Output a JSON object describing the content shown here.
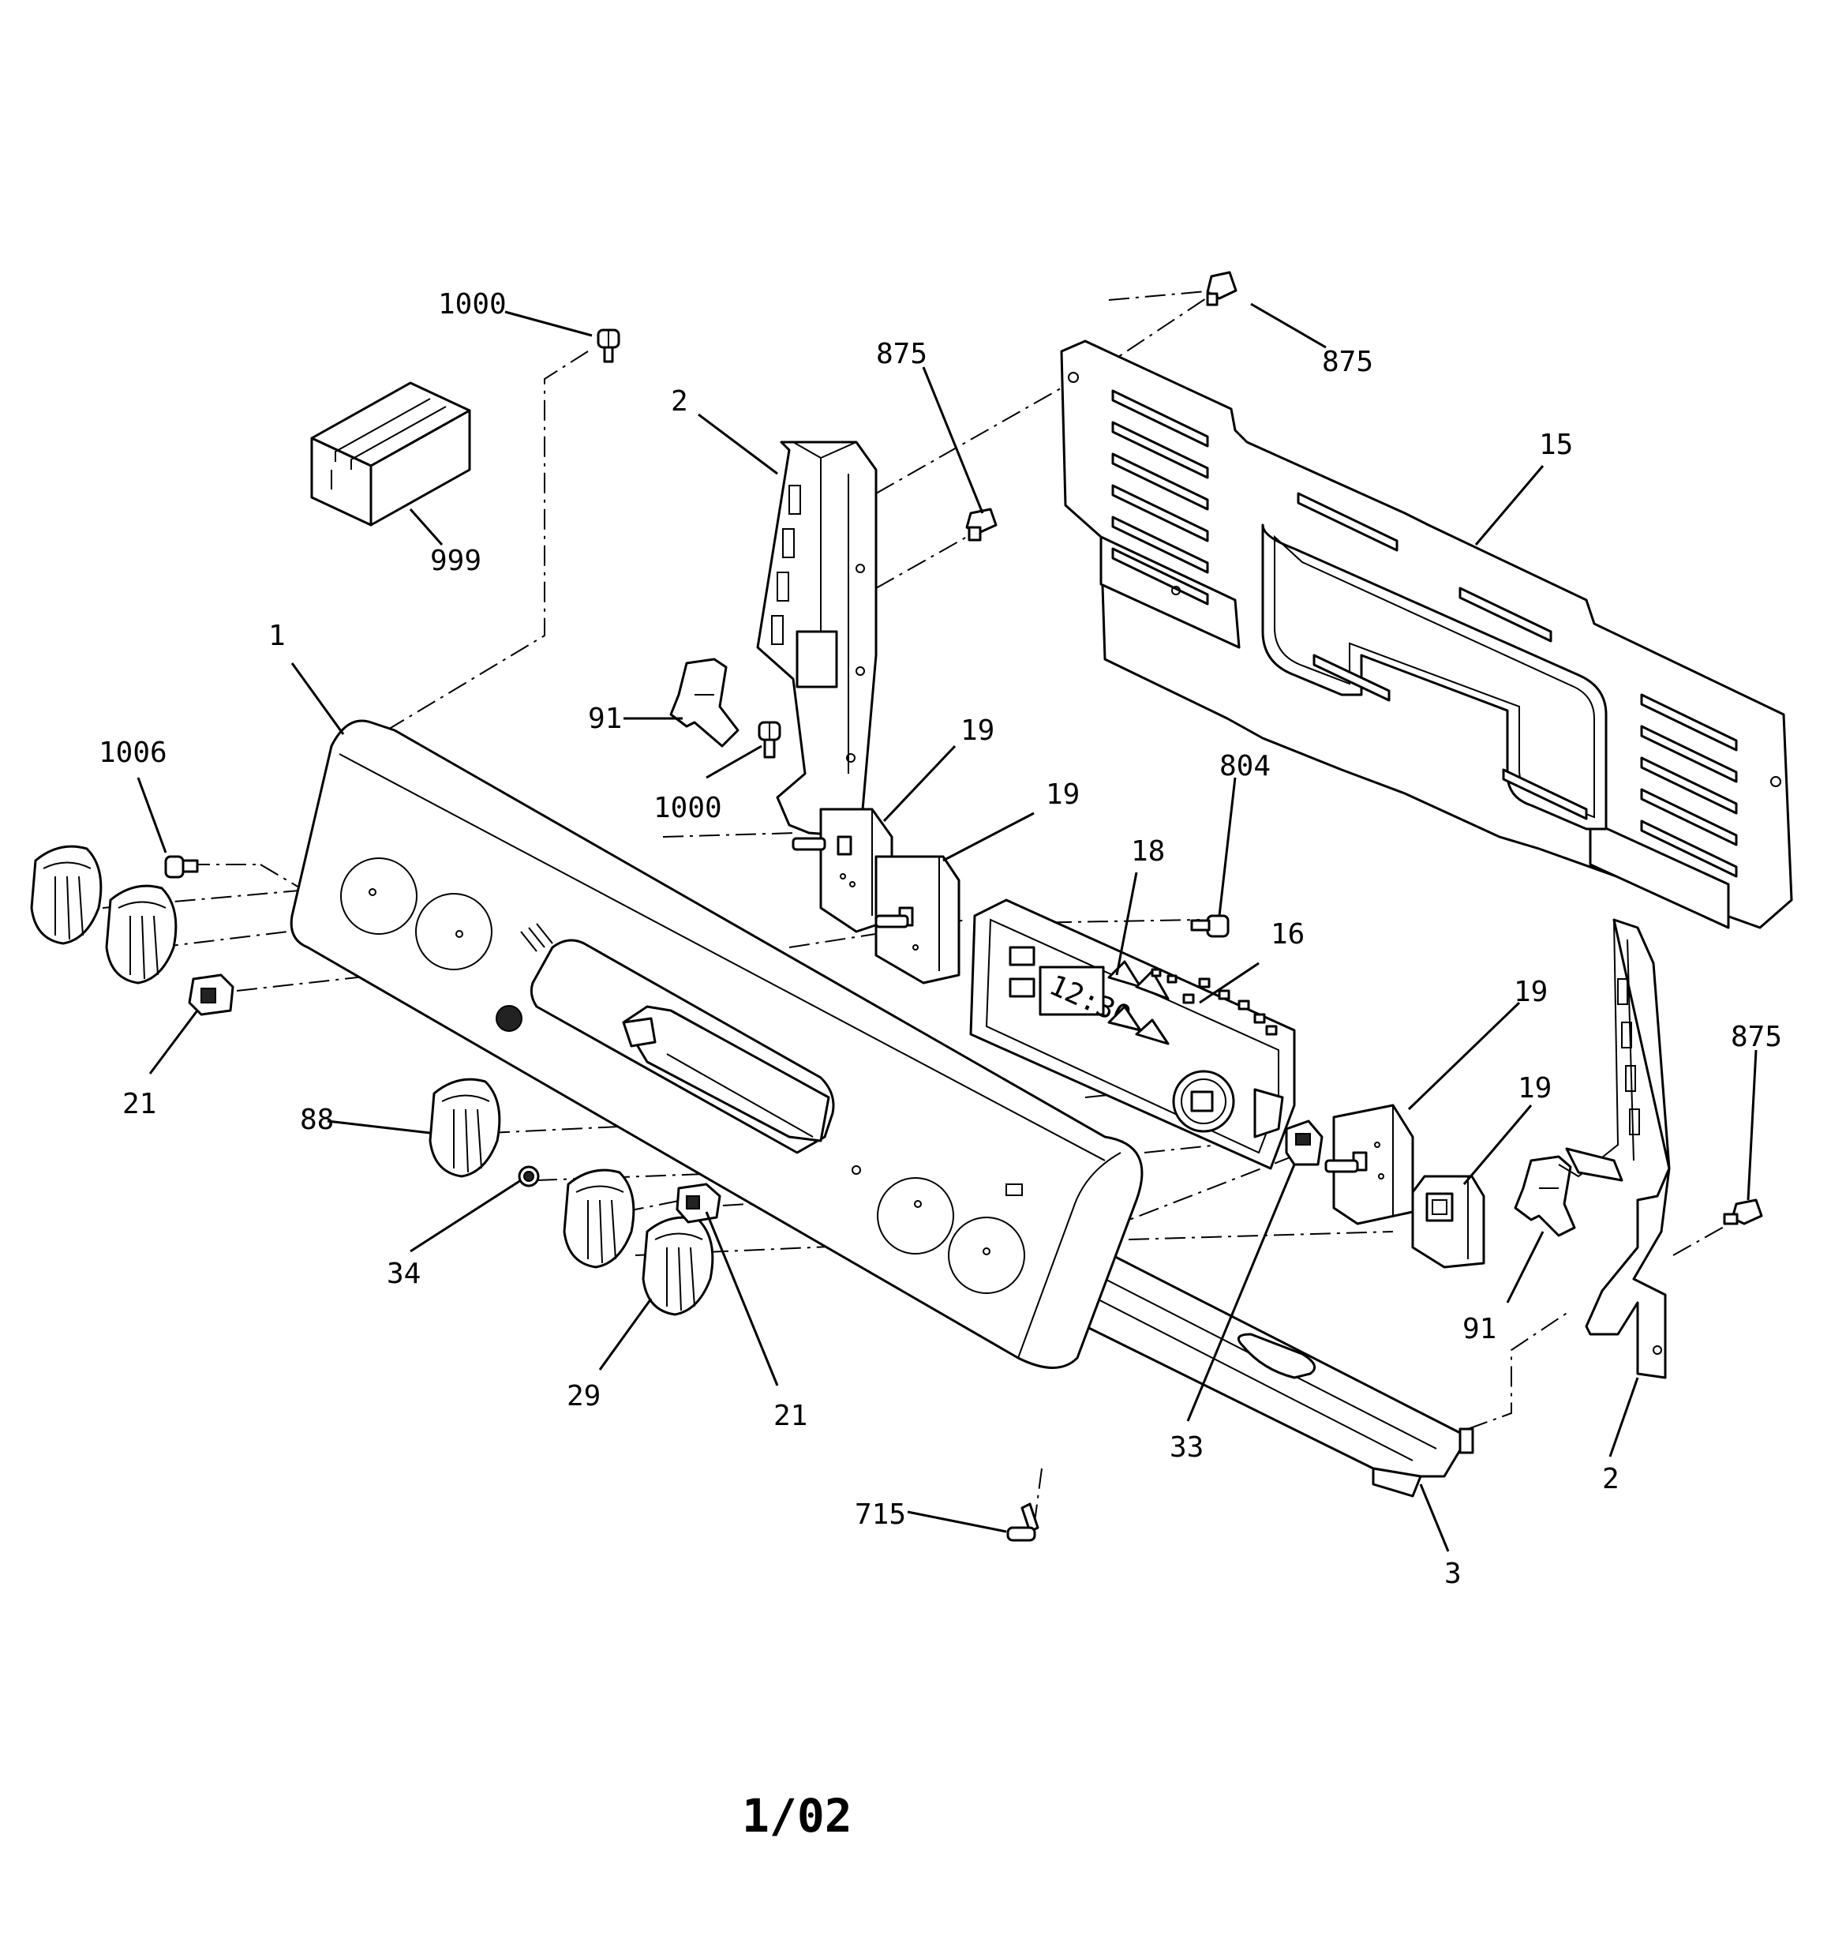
{
  "footer": {
    "page_code": "1/02"
  },
  "display": {
    "clock_readout": "12:30"
  },
  "callouts": [
    {
      "id": "c-1000-top",
      "text": "1000"
    },
    {
      "id": "c-999",
      "text": "999"
    },
    {
      "id": "c-2-left",
      "text": "2"
    },
    {
      "id": "c-875-a",
      "text": "875"
    },
    {
      "id": "c-875-b",
      "text": "875"
    },
    {
      "id": "c-15",
      "text": "15"
    },
    {
      "id": "c-1",
      "text": "1"
    },
    {
      "id": "c-91-left",
      "text": "91"
    },
    {
      "id": "c-1000-mid",
      "text": "1000"
    },
    {
      "id": "c-1006",
      "text": "1006"
    },
    {
      "id": "c-19-a",
      "text": "19"
    },
    {
      "id": "c-19-b",
      "text": "19"
    },
    {
      "id": "c-804",
      "text": "804"
    },
    {
      "id": "c-18",
      "text": "18"
    },
    {
      "id": "c-16",
      "text": "16"
    },
    {
      "id": "c-21-left",
      "text": "21"
    },
    {
      "id": "c-88",
      "text": "88"
    },
    {
      "id": "c-34",
      "text": "34"
    },
    {
      "id": "c-29",
      "text": "29"
    },
    {
      "id": "c-21-mid",
      "text": "21"
    },
    {
      "id": "c-19-c",
      "text": "19"
    },
    {
      "id": "c-19-d",
      "text": "19"
    },
    {
      "id": "c-875-c",
      "text": "875"
    },
    {
      "id": "c-91-right",
      "text": "91"
    },
    {
      "id": "c-33",
      "text": "33"
    },
    {
      "id": "c-715",
      "text": "715"
    },
    {
      "id": "c-3",
      "text": "3"
    },
    {
      "id": "c-2-right",
      "text": "2"
    }
  ]
}
